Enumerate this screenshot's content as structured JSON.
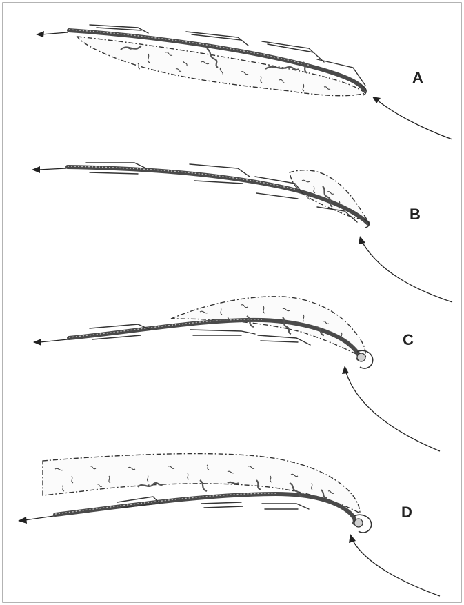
{
  "panels": [
    {
      "label": "A"
    },
    {
      "label": "B"
    },
    {
      "label": "C"
    },
    {
      "label": "D"
    }
  ],
  "colors": {
    "line": "#222222",
    "shaft": "#4a4a4a",
    "foam_fill": "#fbfbfb",
    "frame": "#9a9a9a"
  },
  "icons": [
    "arrow-left-icon",
    "curved-arrow-icon"
  ]
}
